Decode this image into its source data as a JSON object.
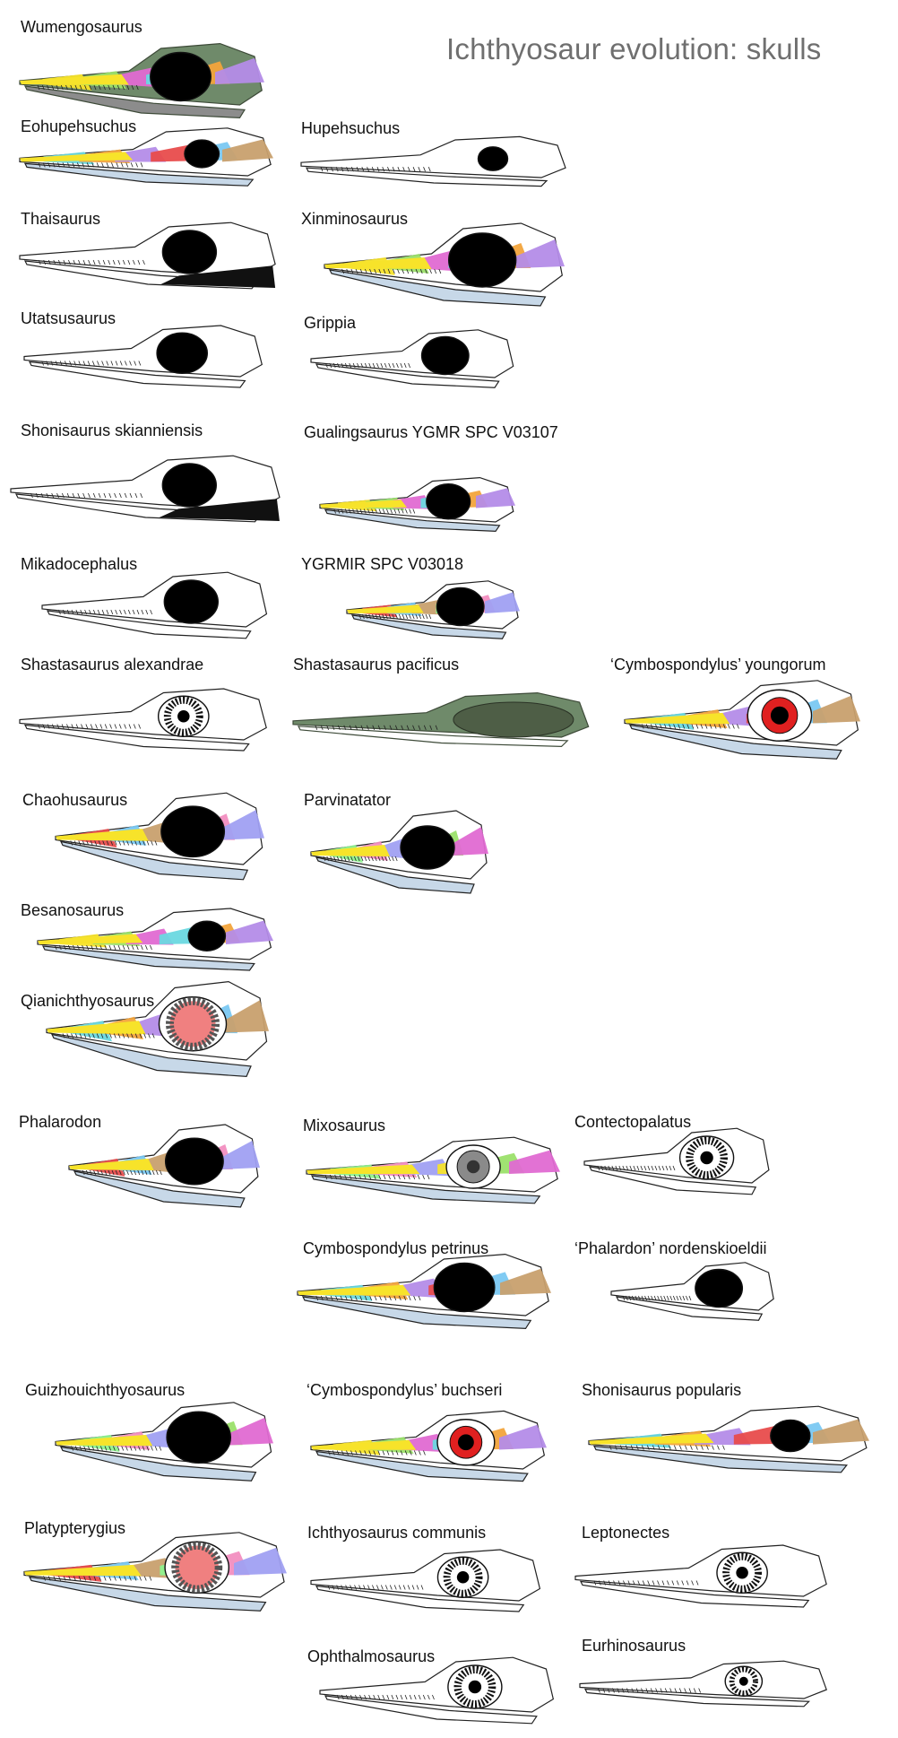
{
  "title": "Ichthyosaur evolution: skulls",
  "skulls": [
    {
      "label": "Wumengosaurus",
      "style": "fossil"
    },
    {
      "label": "Eohupehsuchus",
      "style": "colored-thin"
    },
    {
      "label": "Hupehsuchus",
      "style": "line-thin"
    },
    {
      "label": "Thaisaurus",
      "style": "black"
    },
    {
      "label": "Xinminosaurus",
      "style": "colored"
    },
    {
      "label": "Utatsusaurus",
      "style": "outline"
    },
    {
      "label": "Grippia",
      "style": "outline"
    },
    {
      "label": "Shonisaurus skianniensis",
      "style": "black"
    },
    {
      "label": "Gualingsaurus YGMR SPC V03107",
      "style": "colored"
    },
    {
      "label": "Mikadocephalus",
      "style": "outline"
    },
    {
      "label": "YGRMIR SPC V03018",
      "style": "colored"
    },
    {
      "label": "Shastasaurus alexandrae",
      "style": "outline-eye"
    },
    {
      "label": "Shastasaurus pacificus",
      "style": "fossil-long"
    },
    {
      "label": "‘Cymbospondylus’ youngorum",
      "style": "colored-redeye"
    },
    {
      "label": "Chaohusaurus",
      "style": "colored"
    },
    {
      "label": "Parvinatator",
      "style": "colored"
    },
    {
      "label": "Besanosaurus",
      "style": "colored-thin"
    },
    {
      "label": "Qianichthyosaurus",
      "style": "colored-ring"
    },
    {
      "label": "Phalarodon",
      "style": "colored"
    },
    {
      "label": "Mixosaurus",
      "style": "colored-grayeye"
    },
    {
      "label": "Contectopalatus",
      "style": "outline-eye"
    },
    {
      "label": "Cymbospondylus petrinus",
      "style": "colored"
    },
    {
      "label": "‘Phalardon’ nordenskioeldii",
      "style": "outline"
    },
    {
      "label": "Guizhouichthyosaurus",
      "style": "colored"
    },
    {
      "label": "‘Cymbospondylus’ buchseri",
      "style": "colored-redeye"
    },
    {
      "label": "Shonisaurus popularis",
      "style": "colored-thin"
    },
    {
      "label": "Platypterygius",
      "style": "colored-ring"
    },
    {
      "label": "Ichthyosaurus communis",
      "style": "outline-eye"
    },
    {
      "label": "Leptonectes",
      "style": "outline-eye"
    },
    {
      "label": "Ophthalmosaurus",
      "style": "outline-eye"
    },
    {
      "label": "Eurhinosaurus",
      "style": "outline-eye"
    }
  ]
}
